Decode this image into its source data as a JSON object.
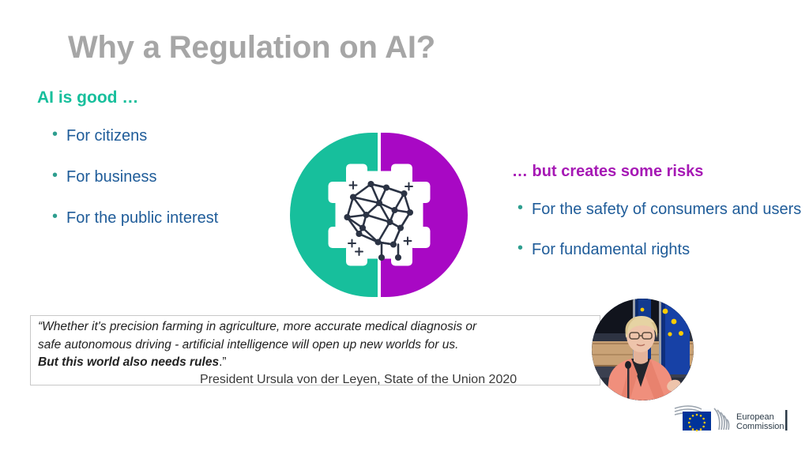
{
  "slide": {
    "title": "Why a Regulation on AI?",
    "background_color": "#ffffff",
    "title_color": "#a6a6a6"
  },
  "left_column": {
    "heading": "AI is good …",
    "heading_color": "#17bf9c",
    "bullet_marker": "•",
    "bullet_color": "#2e9e8f",
    "text_color": "#1f5c99",
    "items": [
      {
        "label": "For citizens"
      },
      {
        "label": "For business"
      },
      {
        "label": "For the public interest"
      }
    ]
  },
  "right_column": {
    "heading": "… but creates some risks",
    "heading_color": "#a619b5",
    "bullet_marker": "•",
    "bullet_color": "#2e9e8f",
    "text_color": "#1f5c99",
    "items": [
      {
        "label": "For the safety of consumers and users"
      },
      {
        "label": "For fundamental rights"
      }
    ]
  },
  "graphic": {
    "name": "ai-gear-neural-network",
    "left_half_color": "#17bf9c",
    "right_half_color": "#a808c4",
    "gear_color": "#ffffff",
    "network_color": "#2b3344"
  },
  "quote": {
    "line1": "“Whether it's precision farming in agriculture, more accurate medical diagnosis or",
    "line2": "safe autonomous driving - artificial intelligence will open up new worlds for us.",
    "emphasis": "But this world also needs rules",
    "closing_quote": ".”",
    "attribution": "President Ursula von der Leyen, State of the Union 2020"
  },
  "photo": {
    "alt": "Ursula von der Leyen speaking at podium with EU flags"
  },
  "logo": {
    "line1": "European",
    "line2": "Commission",
    "flag_color": "#003399",
    "star_color": "#ffcc00"
  }
}
